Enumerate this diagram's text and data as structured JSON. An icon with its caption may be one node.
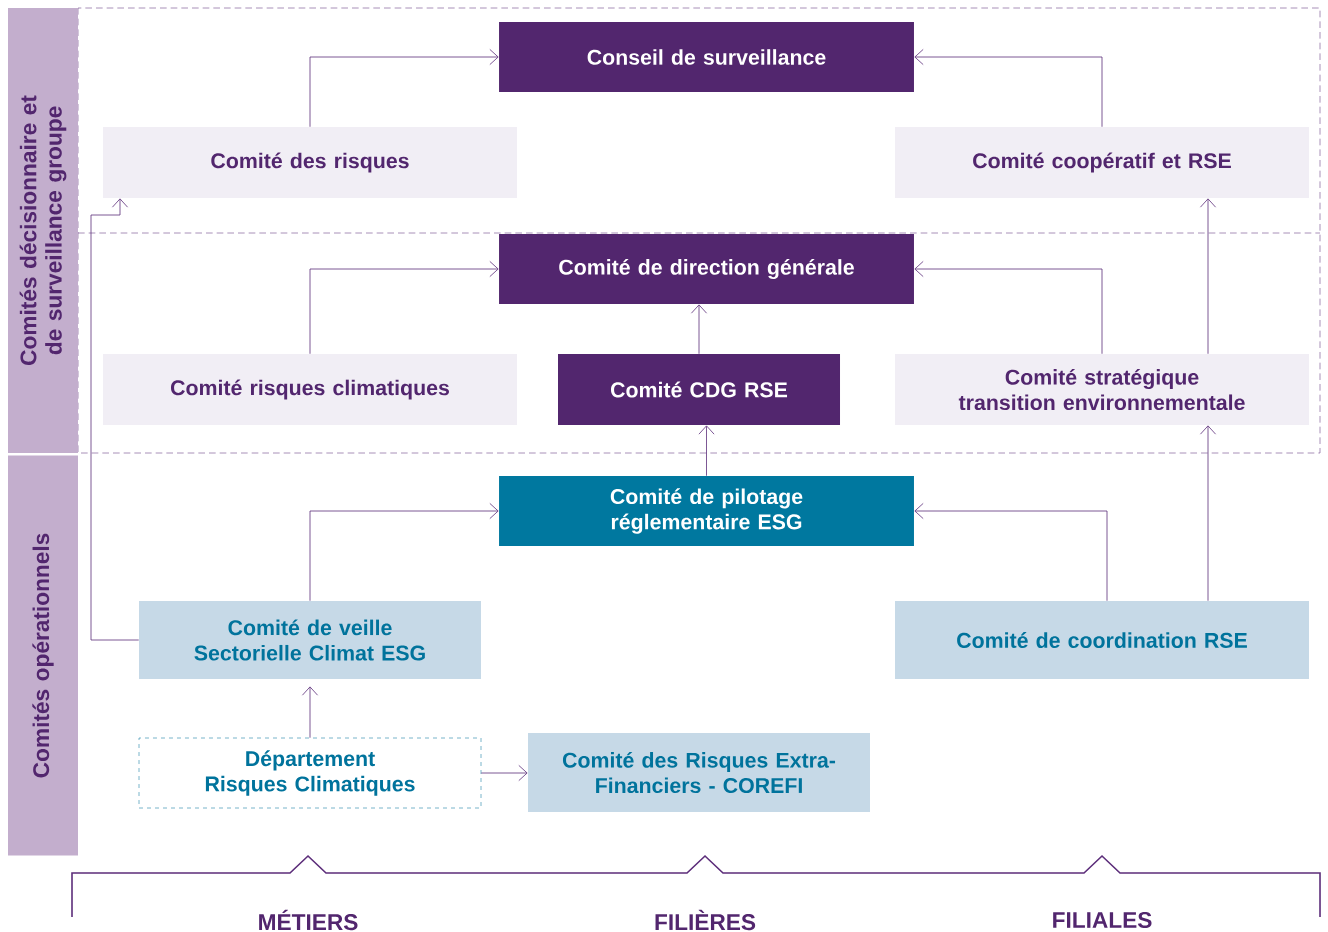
{
  "diagram": {
    "nodes": [
      {
        "text": [
          "Comités décisionnaire et de surveillance groupe"
        ]
      },
      {
        "text": [
          "Comités opérationnels"
        ]
      },
      {
        "text": [
          "Conseil de surveillance"
        ]
      },
      {
        "text": [
          "Comité des risques"
        ]
      },
      {
        "text": [
          "Comité coopératif et RSE"
        ]
      },
      {
        "text": [
          "Comité de direction générale"
        ]
      },
      {
        "text": [
          "Comité risques climatiques"
        ]
      },
      {
        "text": [
          "Comité CDG RSE"
        ]
      },
      {
        "text": [
          "Comité stratégique transition environnementale"
        ]
      },
      {
        "text": [
          "Comité de pilotage réglementaire ESG"
        ]
      },
      {
        "text": [
          "Comité de veille Sectorielle Climat ESG"
        ]
      },
      {
        "text": [
          "Comité de coordination RSE"
        ]
      },
      {
        "text": [
          "Département Risques Climatiques"
        ]
      },
      {
        "text": [
          "Comité des Risques Extra-Financiers - COREFI"
        ]
      }
    ],
    "edges": [
      {
        "from": 3,
        "to": 2,
        "arrow": "to"
      },
      {
        "from": 4,
        "to": 2,
        "arrow": "to"
      },
      {
        "from": 6,
        "to": 5,
        "arrow": "to"
      },
      {
        "from": 7,
        "to": 5,
        "arrow": "to"
      },
      {
        "from": 8,
        "to": 5,
        "arrow": "to"
      },
      {
        "from": 8,
        "to": 4,
        "arrow": "to"
      },
      {
        "from": 9,
        "to": 7,
        "arrow": "to"
      },
      {
        "from": 10,
        "to": 9,
        "arrow": "to"
      },
      {
        "from": 11,
        "to": 9,
        "arrow": "to"
      },
      {
        "from": 11,
        "to": 8,
        "arrow": "to"
      },
      {
        "from": 10,
        "to": 3,
        "arrow": "to"
      },
      {
        "from": 12,
        "to": 10,
        "arrow": "to"
      },
      {
        "from": 12,
        "to": 13,
        "arrow": "to"
      }
    ],
    "labels": [
      "MÉTIERS",
      "FILIÈRES",
      "FILIALES"
    ]
  }
}
